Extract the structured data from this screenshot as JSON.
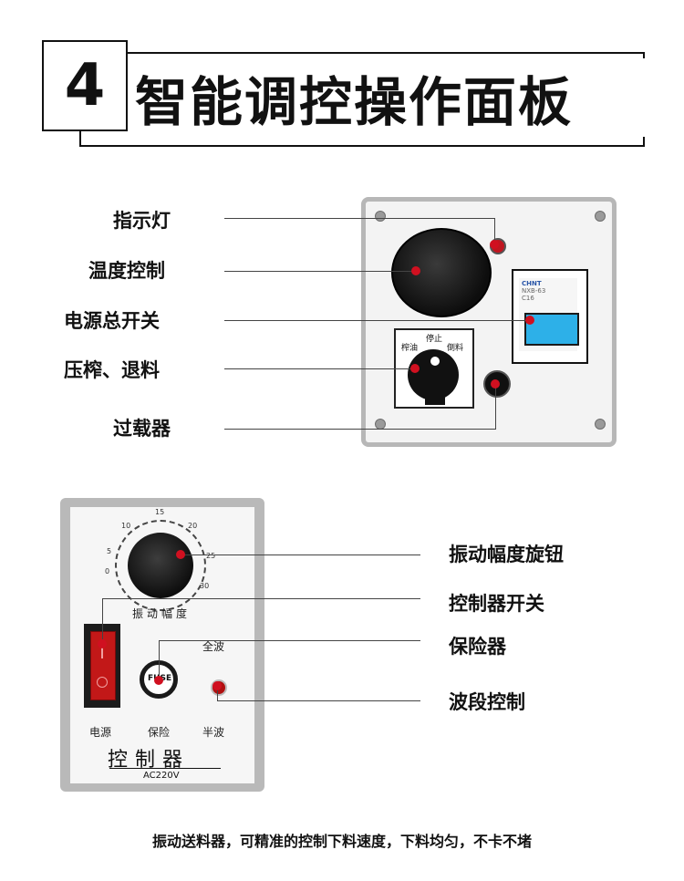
{
  "header": {
    "number": "4",
    "title": "智能调控操作面板"
  },
  "panel1": {
    "callouts": [
      "指示灯",
      "温度控制",
      "电源总开关",
      "压榨、退料",
      "过载器"
    ],
    "selector": {
      "top": "停止",
      "left": "榨油",
      "right": "倒料"
    },
    "breaker_brand": "CHNT",
    "breaker_model": "NXB-63",
    "breaker_rating": "C16"
  },
  "panel2": {
    "callouts": [
      "振动幅度旋钮",
      "控制器开关",
      "保险器",
      "波段控制"
    ],
    "dial_label": "振动幅度",
    "dial_ticks": [
      "0",
      "5",
      "10",
      "15",
      "20",
      "25",
      "30"
    ],
    "fuse_text": "FUSE",
    "labels": {
      "full_wave": "全波",
      "power": "电源",
      "fuse": "保险",
      "half_wave": "半波"
    },
    "device_name": "控制器",
    "voltage": "AC220V"
  },
  "footer": {
    "text": "振动送料器，可精准的控制下料速度，下料均匀，不卡不堵"
  },
  "colors": {
    "accent_red": "#d01020",
    "switch_blue": "#2db0e8"
  }
}
